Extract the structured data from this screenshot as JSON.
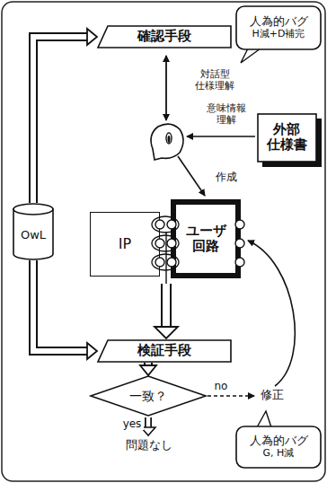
{
  "diagram": {
    "nodes": [
      {
        "text": [
          "確認手段"
        ]
      },
      {
        "text": [
          "人為的バグ",
          "H減+D補完"
        ]
      },
      {
        "text": [
          "外部 仕様書"
        ]
      },
      {
        "text": [
          "OwL"
        ]
      },
      {
        "text": [
          "IP"
        ]
      },
      {
        "text": [
          "ユーザ 回路"
        ]
      },
      {
        "text": [
          "検証手段"
        ]
      },
      {
        "text": [
          "一致？"
        ]
      },
      {
        "text": [
          "人為的バグ",
          "G, H減"
        ]
      }
    ],
    "edges": [
      {
        "from": 3,
        "to": 0,
        "arrow": "to"
      },
      {
        "from": 3,
        "to": 6,
        "arrow": "to"
      },
      {
        "from": 6,
        "to": 7,
        "arrow": "to"
      }
    ],
    "labels": [
      "対話型 仕様理解",
      "意味情報 理解",
      "作成",
      "no",
      "修正",
      "yes",
      "問題なし"
    ]
  }
}
